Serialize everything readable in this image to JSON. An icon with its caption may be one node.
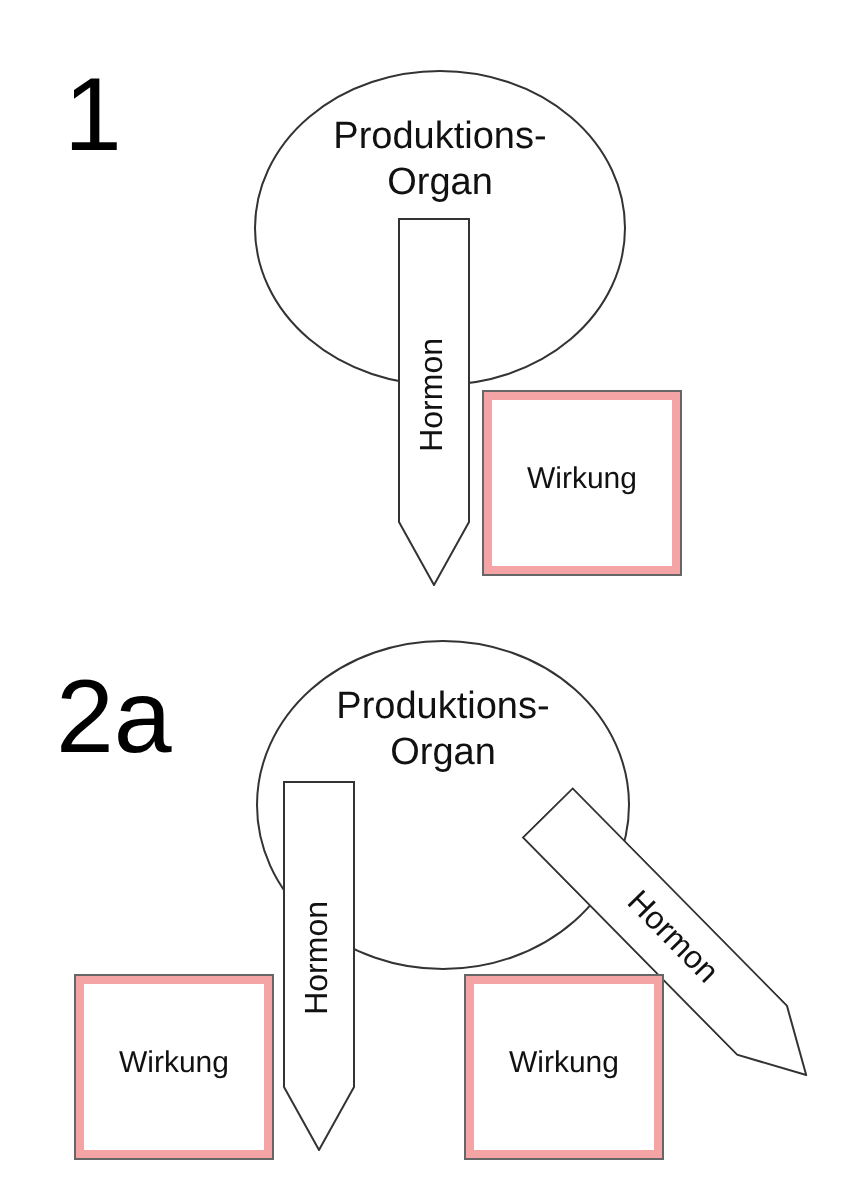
{
  "diagram": {
    "nodes": [
      {
        "text": [
          "Produktions- Organ"
        ]
      },
      {
        "text": [
          "Hormon"
        ]
      },
      {
        "text": [
          "Wirkung"
        ]
      },
      {
        "text": [
          "Produktions- Organ"
        ]
      },
      {
        "text": [
          "Hormon"
        ]
      },
      {
        "text": [
          "Hormon"
        ]
      },
      {
        "text": [
          "Wirkung"
        ]
      },
      {
        "text": [
          "Wirkung"
        ]
      }
    ],
    "labels": [
      "1",
      "2a"
    ]
  }
}
